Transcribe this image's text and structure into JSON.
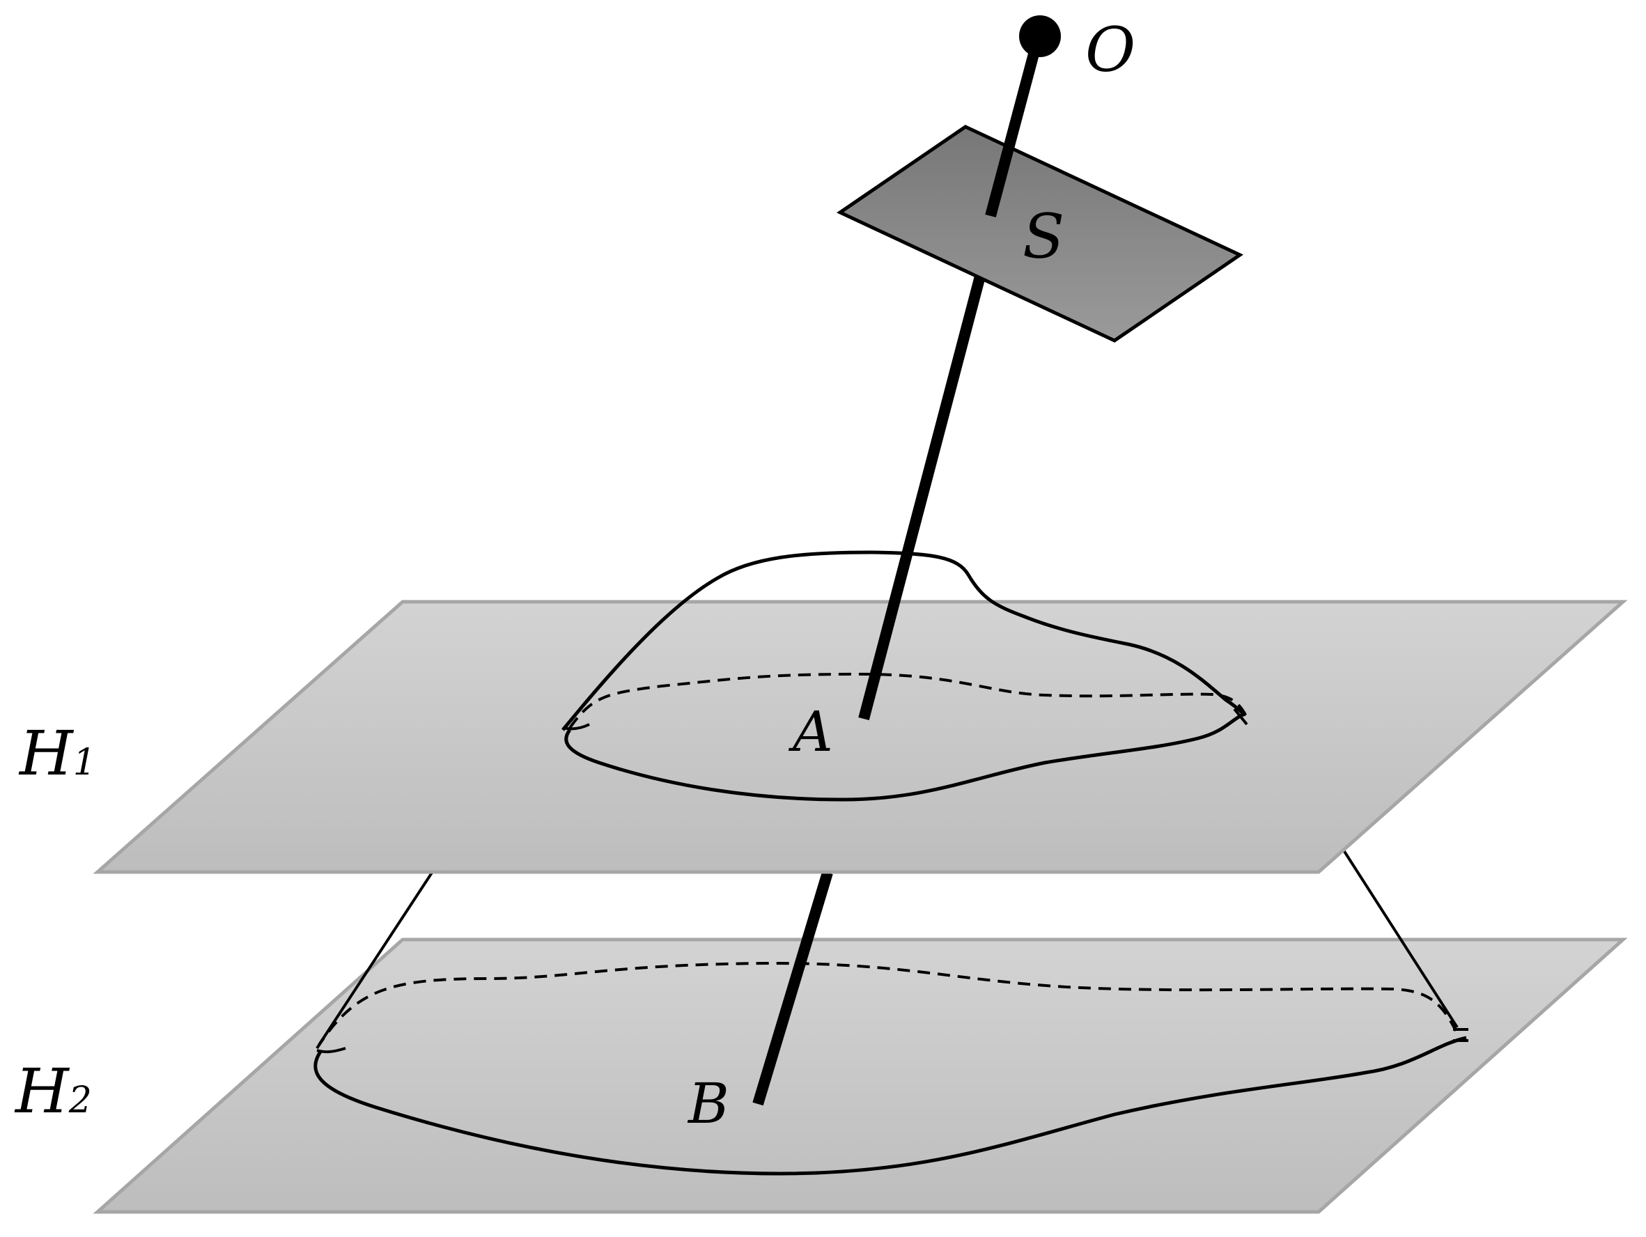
{
  "labels": {
    "point_o": "O",
    "screen_s": "S",
    "point_a": "A",
    "point_b": "B",
    "plane_1": "H",
    "plane_1_sub": "1",
    "plane_2": "H",
    "plane_2_sub": "2"
  },
  "colors": {
    "screen_top": "#777777",
    "screen_bottom": "#9a9a9a",
    "plane_top": "#d2d2d2",
    "plane_bottom": "#bcbcbc",
    "plane_edge": "#a6a6a6",
    "ink": "#000000"
  }
}
